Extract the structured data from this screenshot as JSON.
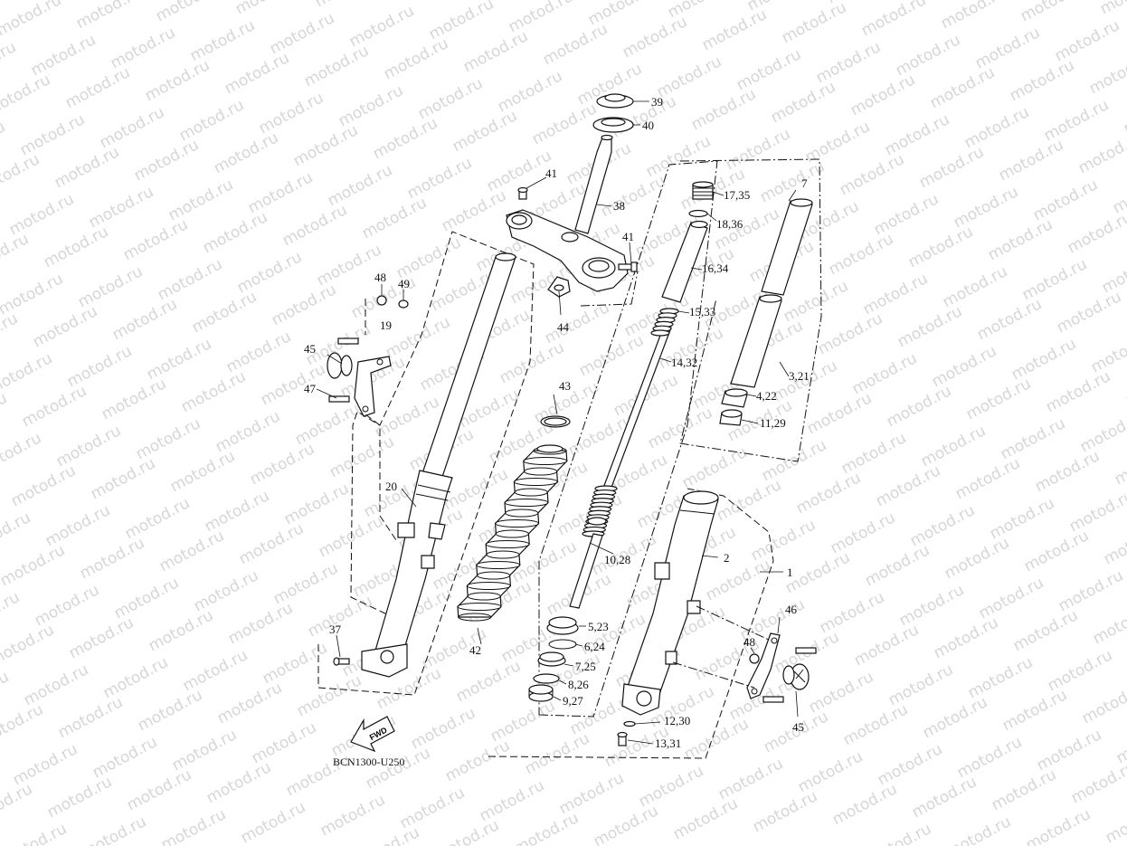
{
  "watermark": {
    "text": "motod.ru"
  },
  "diagram_code": "BCN1300-U250",
  "fwd_label": "FWD",
  "callouts": {
    "p1": "1",
    "p2": "2",
    "p3_21": "3,21",
    "p4_22": "4,22",
    "p5_23": "5,23",
    "p6_24": "6,24",
    "p7": "7",
    "p7_25": "7,25",
    "p8_26": "8,26",
    "p9_27": "9,27",
    "p10_28": "10,28",
    "p11_29": "11,29",
    "p12_30": "12,30",
    "p13_31": "13,31",
    "p14_32": "14,32",
    "p15_33": "15,33",
    "p16_34": "16,34",
    "p17_35": "17,35",
    "p18_36": "18,36",
    "p19": "19",
    "p20": "20",
    "p37": "37",
    "p38": "38",
    "p39": "39",
    "p40": "40",
    "p41a": "41",
    "p41b": "41",
    "p42": "42",
    "p43": "43",
    "p44": "44",
    "p45a": "45",
    "p45b": "45",
    "p46": "46",
    "p47": "47",
    "p48a": "48",
    "p48b": "48",
    "p49": "49"
  }
}
